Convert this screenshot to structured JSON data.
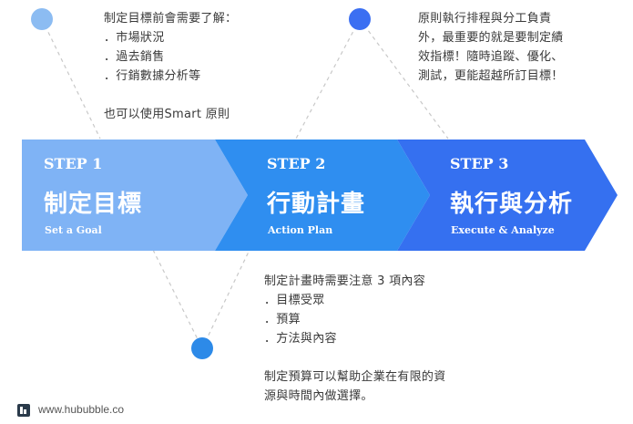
{
  "colors": {
    "step1": "#7fb3f5",
    "step2": "#2f8ef0",
    "step3": "#3570f0",
    "dot_light": "#8cbcf2",
    "dot_mid": "#2d8ae8",
    "dot_dark": "#3b6ff2"
  },
  "steps": [
    {
      "num": "STEP 1",
      "title": "制定目標",
      "subtitle": "Set a Goal"
    },
    {
      "num": "STEP 2",
      "title": "行動計畫",
      "subtitle": "Action Plan"
    },
    {
      "num": "STEP 3",
      "title": "執行與分析",
      "subtitle": "Execute & Analyze"
    }
  ],
  "notes": {
    "top_left": [
      "制定目標前會需要了解：",
      "．市場狀況",
      "．過去銷售",
      "．行銷數據分析等",
      "",
      "也可以使用Smart 原則"
    ],
    "top_right": [
      "原則執行排程與分工負責",
      "外，最重要的就是要制定績",
      "效指標！隨時追蹤、優化、",
      "測試，更能超越所訂目標！"
    ],
    "bottom": [
      "制定計畫時需要注意 3 項內容",
      "．目標受眾",
      "．預算",
      "．方法與內容",
      "",
      "制定預算可以幫助企業在有限的資",
      "源與時間內做選擇。"
    ]
  },
  "footer": {
    "site": "www.hububble.co"
  }
}
